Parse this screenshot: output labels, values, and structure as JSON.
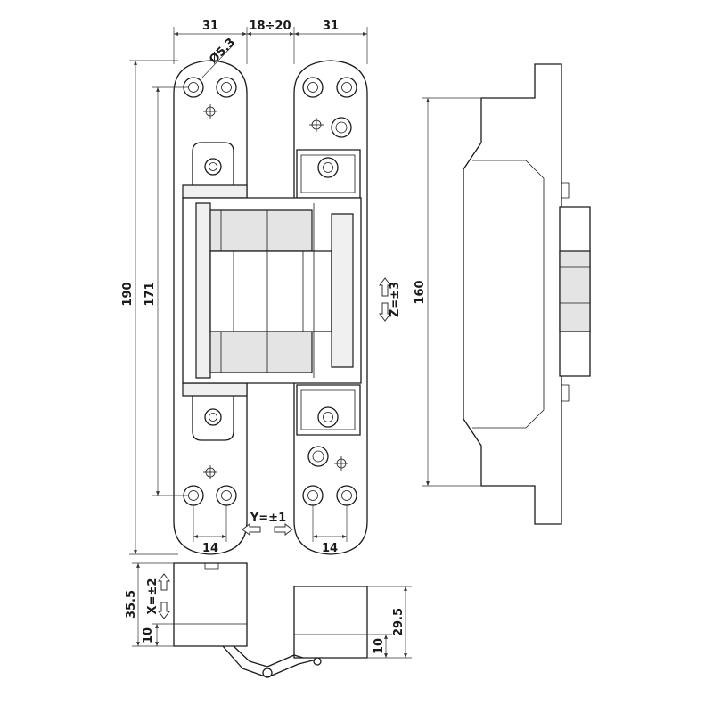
{
  "dimensions": {
    "top_left_width": "31",
    "top_gap": "18÷20",
    "top_right_width": "31",
    "hole_diameter": "Ø5.3",
    "overall_height": "190",
    "inner_height": "171",
    "side_height": "160",
    "adjust_z": "Z=±3",
    "adjust_y": "Y=±1",
    "bottom_left_width": "14",
    "bottom_right_width": "14",
    "adjust_x": "X=±2",
    "left_depth": "35.5",
    "left_offset": "10",
    "right_depth": "29.5",
    "right_offset": "10"
  }
}
